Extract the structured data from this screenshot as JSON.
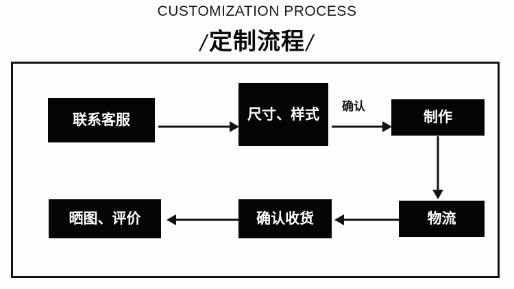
{
  "title": {
    "english": "CUSTOMIZATION PROCESS",
    "chinese": "定制流程",
    "slash_left": "/",
    "slash_right": "/"
  },
  "colors": {
    "background": "#fdfdfd",
    "frame_border": "#111111",
    "box_fill": "#050505",
    "box_text": "#ffffff",
    "arrow": "#111111"
  },
  "diagram": {
    "type": "flowchart",
    "steps": [
      {
        "id": "contact",
        "label": "联系客服",
        "row": 1,
        "order": 1
      },
      {
        "id": "size",
        "label": "尺寸、样式",
        "row": 1,
        "order": 2
      },
      {
        "id": "make",
        "label": "制作",
        "row": 1,
        "order": 3
      },
      {
        "id": "logistics",
        "label": "物流",
        "row": 2,
        "order": 4
      },
      {
        "id": "receive",
        "label": "确认收货",
        "row": 2,
        "order": 5
      },
      {
        "id": "review",
        "label": "晒图、评价",
        "row": 2,
        "order": 6
      }
    ],
    "edges": [
      {
        "from": "contact",
        "to": "size",
        "label": "",
        "direction": "right"
      },
      {
        "from": "size",
        "to": "make",
        "label": "确认",
        "direction": "right"
      },
      {
        "from": "make",
        "to": "logistics",
        "label": "",
        "direction": "down"
      },
      {
        "from": "logistics",
        "to": "receive",
        "label": "",
        "direction": "left"
      },
      {
        "from": "receive",
        "to": "review",
        "label": "",
        "direction": "left"
      }
    ]
  }
}
